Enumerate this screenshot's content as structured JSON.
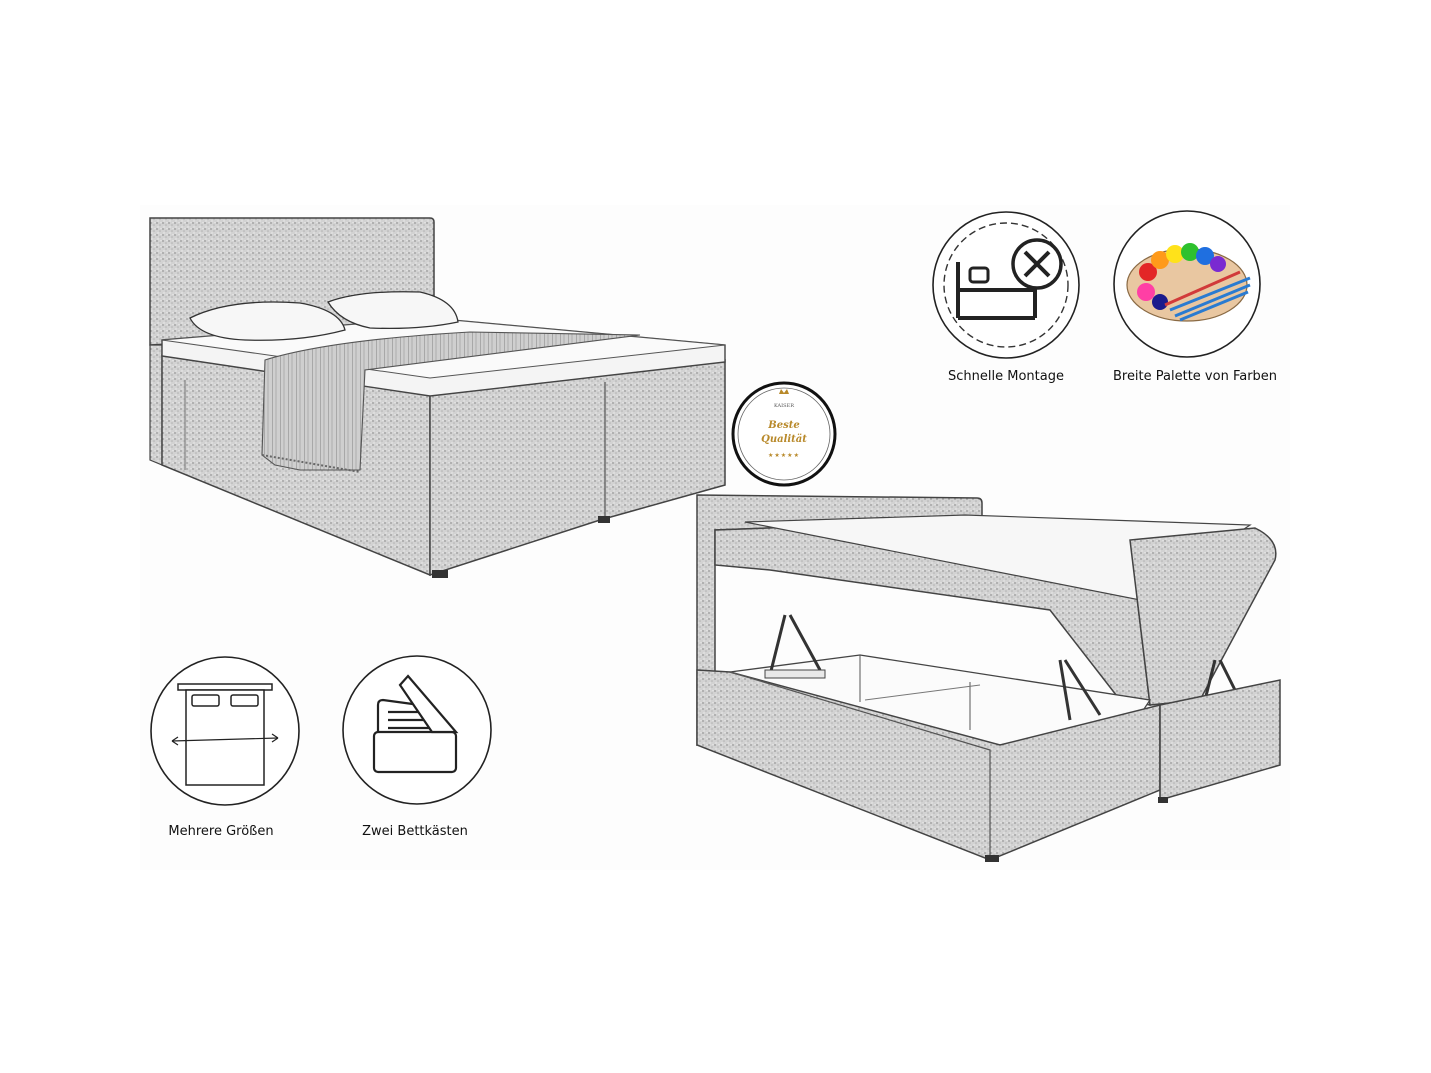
{
  "features": {
    "assembly_label": "Schnelle Montage",
    "colors_label": "Breite Palette von Farben",
    "sizes_label": "Mehrere Größen",
    "storage_label": "Zwei Bettkästen"
  },
  "badge": {
    "brand": "KAISER",
    "line1": "Beste",
    "line2": "Qualität",
    "stars": "★★★★★"
  },
  "icons": {
    "assembly": "bed-with-tools-icon",
    "colors": "paint-palette-icon",
    "sizes": "bed-size-icon",
    "storage": "storage-box-icon"
  }
}
